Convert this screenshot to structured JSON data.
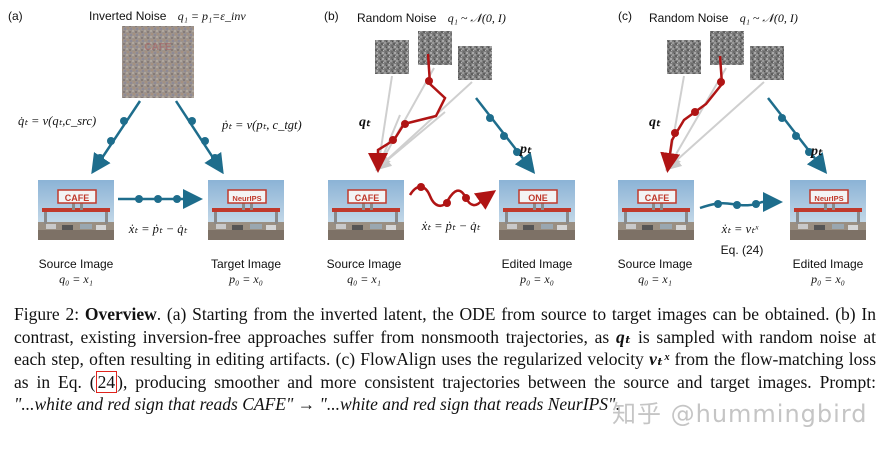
{
  "panels": [
    {
      "tag": "(a)",
      "noise_label": "Inverted Noise",
      "noise_formula": "q₁ = p₁=ε_inv",
      "noise_image_text": "CAFE",
      "left_velocity": "q̇ₜ = v(qₜ,c_src)",
      "right_velocity": "ṗₜ = v(pₜ, c_tgt)",
      "bottom_formula": "ẋₜ = ṗₜ − q̇ₜ",
      "source_sign": "CAFE",
      "target_sign": "NeurIPS",
      "source_label": "Source Image",
      "source_formula": "q₀ = x₁",
      "target_label": "Target Image",
      "target_formula": "p₀ = x₀"
    },
    {
      "tag": "(b)",
      "noise_label": "Random Noise",
      "noise_formula": "q₁ ~ 𝒩(0, I)",
      "left_var": "qₜ",
      "right_var": "pₜ",
      "bottom_formula": "ẋₜ = ṗₜ − q̇ₜ",
      "source_sign": "CAFE",
      "target_sign": "ONE",
      "source_label": "Source Image",
      "source_formula": "q₀ = x₁",
      "target_label": "Edited Image",
      "target_formula": "p₀ = x₀"
    },
    {
      "tag": "(c)",
      "noise_label": "Random Noise",
      "noise_formula": "q₁ ~ 𝒩(0, I)",
      "left_var": "qₜ",
      "right_var": "pₜ",
      "bottom_formula": "ẋₜ = vₜˣ",
      "eq_ref": "Eq. (24)",
      "source_sign": "CAFE",
      "target_sign": "NeurIPS",
      "source_label": "Source Image",
      "source_formula": "q₀ = x₁",
      "target_label": "Edited Image",
      "target_formula": "p₀ = x₀"
    }
  ],
  "caption": {
    "fig": "Figure 2: ",
    "bold": "Overview",
    "p1": ". (a) Starting from the inverted latent, the ODE from source to target images can be obtained. (b) In contrast, existing inversion-free approaches suffer from nonsmooth trajectories, as ",
    "qt": "qₜ",
    "p2": " is sampled with random noise at each step, often resulting in editing artifacts. (c) FlowAlign uses the regularized velocity ",
    "vt": "vₜˣ",
    "p3": " from the flow-matching loss as in Eq. (",
    "ref": "24",
    "p4": "), producing smoother and more consistent trajectories between the source and target images. Prompt: ",
    "prompt1": "\"...white and red sign that reads CAFE\"",
    "arrow": " → ",
    "prompt2": "\"...white and red sign that reads NeurIPS\"",
    "end": "."
  },
  "watermark": "知乎 @hummingbird",
  "colors": {
    "teal": "#1e6d8c",
    "red": "#b01414",
    "gray_line": "#c9c9c9"
  }
}
